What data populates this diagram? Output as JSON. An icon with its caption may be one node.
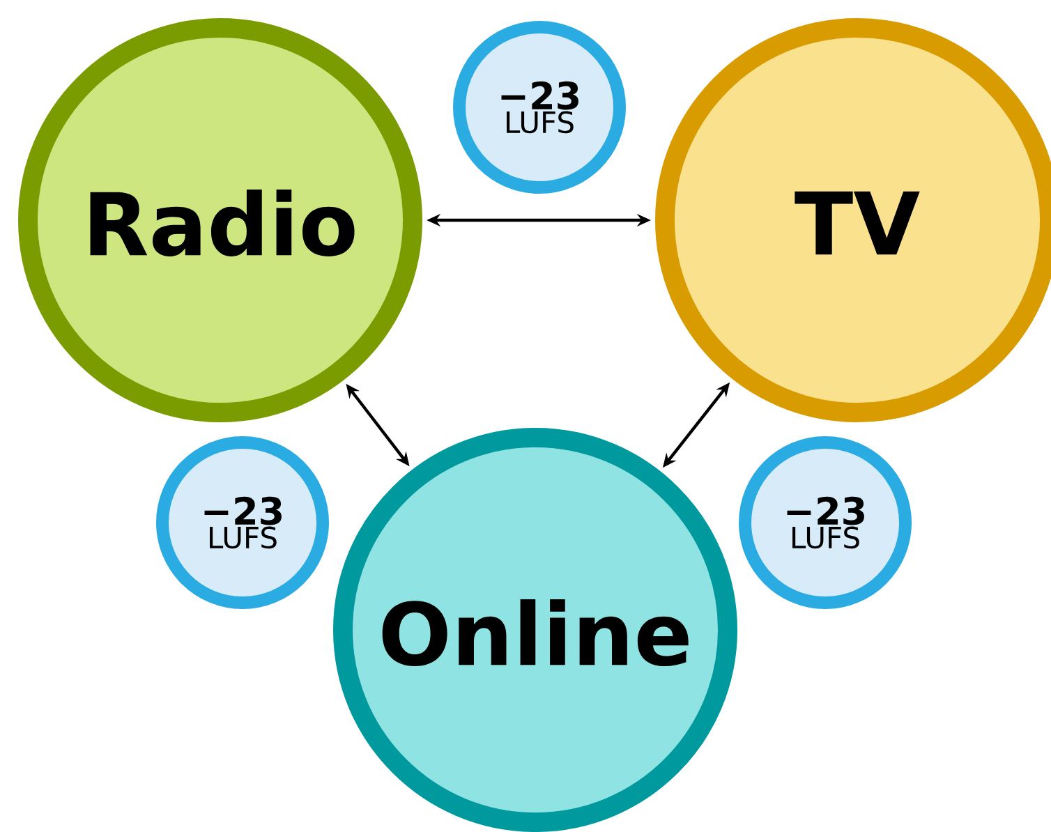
{
  "diagram": {
    "nodes": [
      {
        "text": [
          "Radio"
        ]
      },
      {
        "text": [
          "−23",
          "LUFS"
        ]
      },
      {
        "text": [
          "TV"
        ]
      },
      {
        "text": [
          "−23",
          "LUFS"
        ]
      },
      {
        "text": [
          "Online"
        ]
      },
      {
        "text": [
          "−23",
          "LUFS"
        ]
      }
    ],
    "edges": [
      {
        "from": 0,
        "to": 2,
        "arrow": "both"
      },
      {
        "from": 0,
        "to": 4,
        "arrow": "both"
      },
      {
        "from": 2,
        "to": 4,
        "arrow": "both"
      }
    ]
  }
}
